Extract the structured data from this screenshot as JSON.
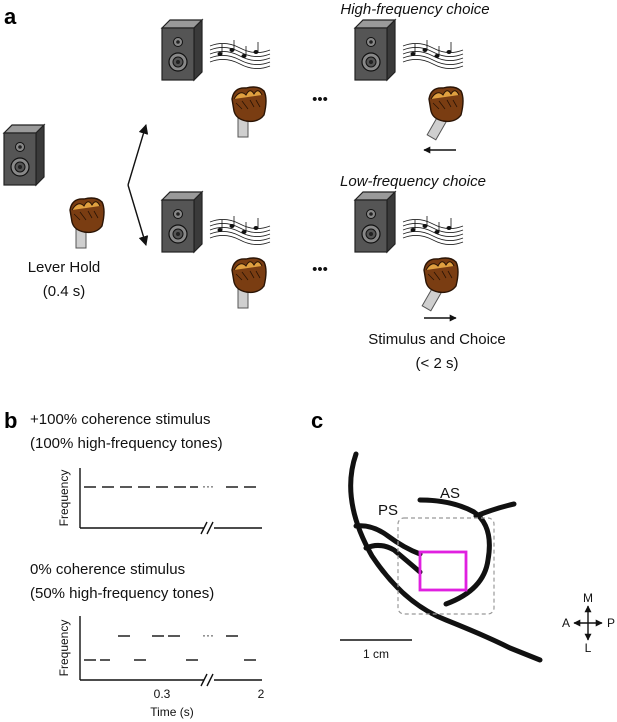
{
  "panel_a": {
    "label": "a",
    "high_choice": "High-frequency choice",
    "low_choice": "Low-frequency choice",
    "lever_hold_line1": "Lever Hold",
    "lever_hold_line2": "(0.4 s)",
    "stimulus_choice_line1": "Stimulus and Choice",
    "stimulus_choice_line2": "(< 2 s)",
    "ellipsis_top": "•••",
    "ellipsis_bottom": "•••"
  },
  "panel_b": {
    "label": "b",
    "stim1_line1": "+100% coherence stimulus",
    "stim1_line2": "(100% high-frequency tones)",
    "stim2_line1": "0% coherence stimulus",
    "stim2_line2": "(50% high-frequency tones)",
    "ylabel": "Frequency",
    "xlabel": "Time (s)",
    "tick1": "0.3",
    "tick2": "2",
    "dots": "···"
  },
  "panel_c": {
    "label": "c",
    "ps": "PS",
    "as": "AS",
    "scale": "1 cm",
    "dir_m": "M",
    "dir_l": "L",
    "dir_a": "A",
    "dir_p": "P",
    "roi_color": "#e020e0"
  }
}
